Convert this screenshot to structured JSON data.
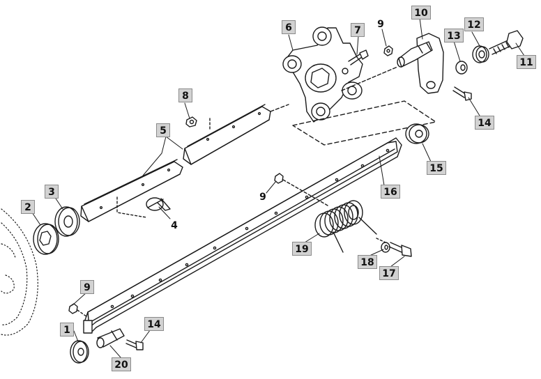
{
  "diagram": {
    "colors": {
      "ink": "#1a1a1a",
      "label_box": "#d2d2d2",
      "label_border": "#8a8a8a",
      "background": "#ffffff"
    },
    "callouts": [
      {
        "id": "c1",
        "text": "1",
        "boxed": true
      },
      {
        "id": "c2",
        "text": "2",
        "boxed": true
      },
      {
        "id": "c3",
        "text": "3",
        "boxed": true
      },
      {
        "id": "c4",
        "text": "4",
        "boxed": false
      },
      {
        "id": "c5",
        "text": "5",
        "boxed": true
      },
      {
        "id": "c6",
        "text": "6",
        "boxed": true
      },
      {
        "id": "c7",
        "text": "7",
        "boxed": true
      },
      {
        "id": "c8",
        "text": "8",
        "boxed": true
      },
      {
        "id": "c9a",
        "text": "9",
        "boxed": false
      },
      {
        "id": "c9b",
        "text": "9",
        "boxed": false
      },
      {
        "id": "c9c",
        "text": "9",
        "boxed": true
      },
      {
        "id": "c10",
        "text": "10",
        "boxed": true
      },
      {
        "id": "c11",
        "text": "11",
        "boxed": true
      },
      {
        "id": "c12",
        "text": "12",
        "boxed": true
      },
      {
        "id": "c13",
        "text": "13",
        "boxed": true
      },
      {
        "id": "c14a",
        "text": "14",
        "boxed": true
      },
      {
        "id": "c14b",
        "text": "14",
        "boxed": true
      },
      {
        "id": "c15",
        "text": "15",
        "boxed": true
      },
      {
        "id": "c16",
        "text": "16",
        "boxed": true
      },
      {
        "id": "c17",
        "text": "17",
        "boxed": true
      },
      {
        "id": "c18",
        "text": "18",
        "boxed": true
      },
      {
        "id": "c19",
        "text": "19",
        "boxed": true
      },
      {
        "id": "c20",
        "text": "20",
        "boxed": true
      }
    ]
  }
}
